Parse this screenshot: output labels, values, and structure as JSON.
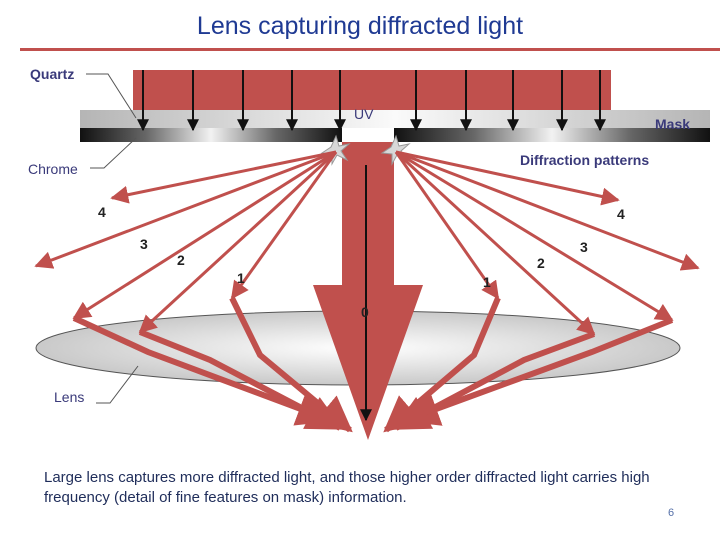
{
  "title": "Lens capturing diffracted light",
  "labels": {
    "quartz": "Quartz",
    "uv": "UV",
    "mask": "Mask",
    "chrome": "Chrome",
    "diffraction": "Diffraction patterns",
    "lens": "Lens"
  },
  "orders": {
    "left_4": "4",
    "left_3": "3",
    "left_2": "2",
    "left_1": "1",
    "center_0": "0",
    "right_1": "1",
    "right_2": "2",
    "right_3": "3",
    "right_4": "4"
  },
  "caption": "Large lens captures more diffracted light, and those higher order diffracted light carries high frequency (detail of fine features on mask) information.",
  "page_number": "6",
  "colors": {
    "beam": "#c0504d",
    "title": "#1f3a93",
    "rule": "#c0504d",
    "lens": "#d8d8d8"
  }
}
